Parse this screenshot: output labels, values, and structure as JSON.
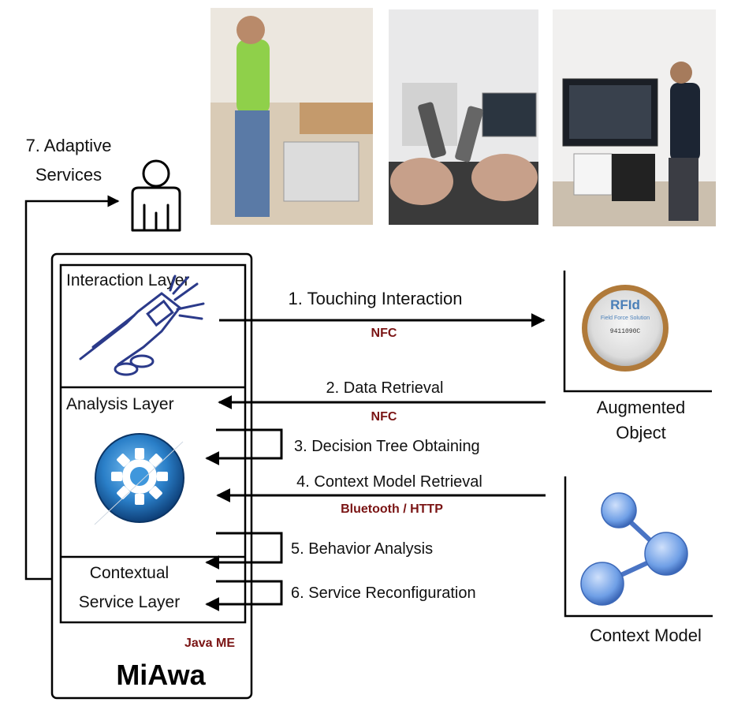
{
  "actor": {
    "caption_line1": "7. Adaptive",
    "caption_line2": "Services"
  },
  "device": {
    "name": "MiAwa",
    "platform": "Java ME",
    "layers": {
      "interaction": "Interaction Layer",
      "analysis": "Analysis Layer",
      "contextual_line1": "Contextual",
      "contextual_line2": "Service Layer"
    }
  },
  "steps": {
    "s1": {
      "label": "1. Touching Interaction",
      "protocol": "NFC"
    },
    "s2": {
      "label": "2. Data Retrieval",
      "protocol": "NFC"
    },
    "s3": {
      "label": "3. Decision Tree Obtaining"
    },
    "s4": {
      "label": "4. Context Model Retrieval",
      "protocol": "Bluetooth / HTTP"
    },
    "s5": {
      "label": "5. Behavior Analysis"
    },
    "s6": {
      "label": "6. Service Reconfiguration"
    }
  },
  "augmented_object": {
    "caption_line1": "Augmented",
    "caption_line2": "Object",
    "tag_brand": "RFId",
    "tag_sub": "Field Force Solution",
    "tag_id": "9411090C"
  },
  "context_model": {
    "caption": "Context Model"
  },
  "colors": {
    "protocol": "#7a1414",
    "gear": "#2a7fc8",
    "node": "#6f9fe6"
  }
}
